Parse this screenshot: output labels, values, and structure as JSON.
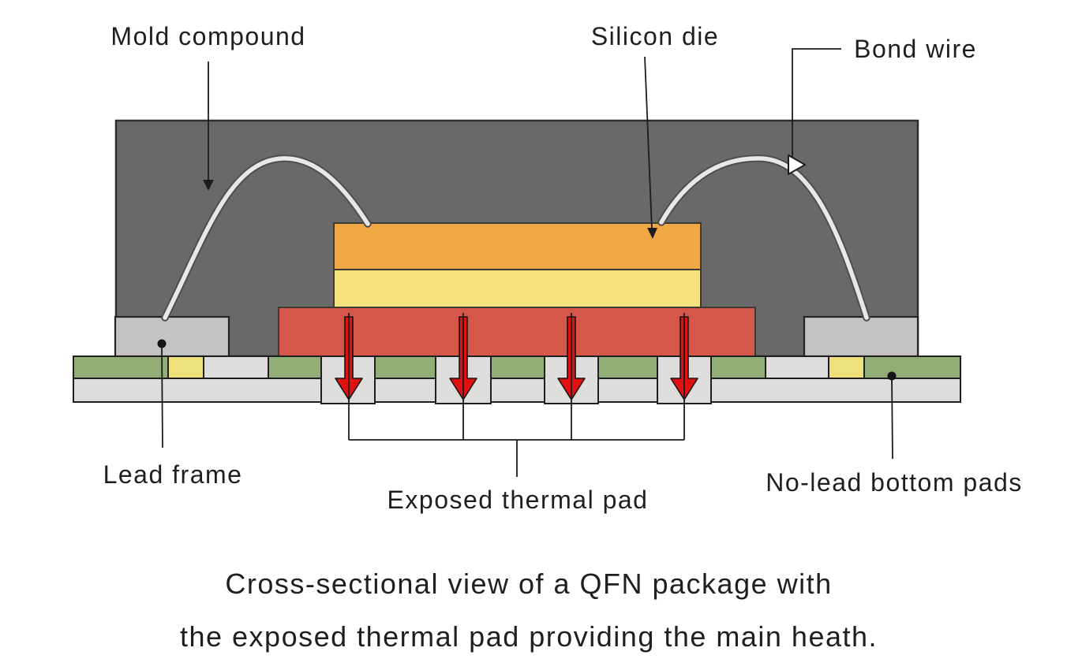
{
  "labels": {
    "mold_compound": "Mold compound",
    "silicon_die": "Silicon die",
    "bond_wire": "Bond wire",
    "lead_frame": "Lead frame",
    "exposed_thermal_pad": "Exposed thermal pad",
    "no_lead_bottom_pads": "No-lead bottom pads"
  },
  "caption": {
    "line1": "Cross-sectional view of a QFN package with",
    "line2": "the exposed thermal pad providing the main heath."
  },
  "colors": {
    "background": "#ffffff",
    "mold_compound": "#696969",
    "silicon_die": "#f0a845",
    "die_attach": "#f5e27d",
    "thermal_pad": "#d4574a",
    "bottom_pad_green": "#92ad75",
    "bottom_pad_yellow": "#eee07a",
    "substrate": "#dedddb",
    "lead_frame": "#c3c3c3",
    "heat_arrow": "#e01111",
    "bond_wire": "#e8e8e8",
    "annotation": "#1c1c1c"
  }
}
